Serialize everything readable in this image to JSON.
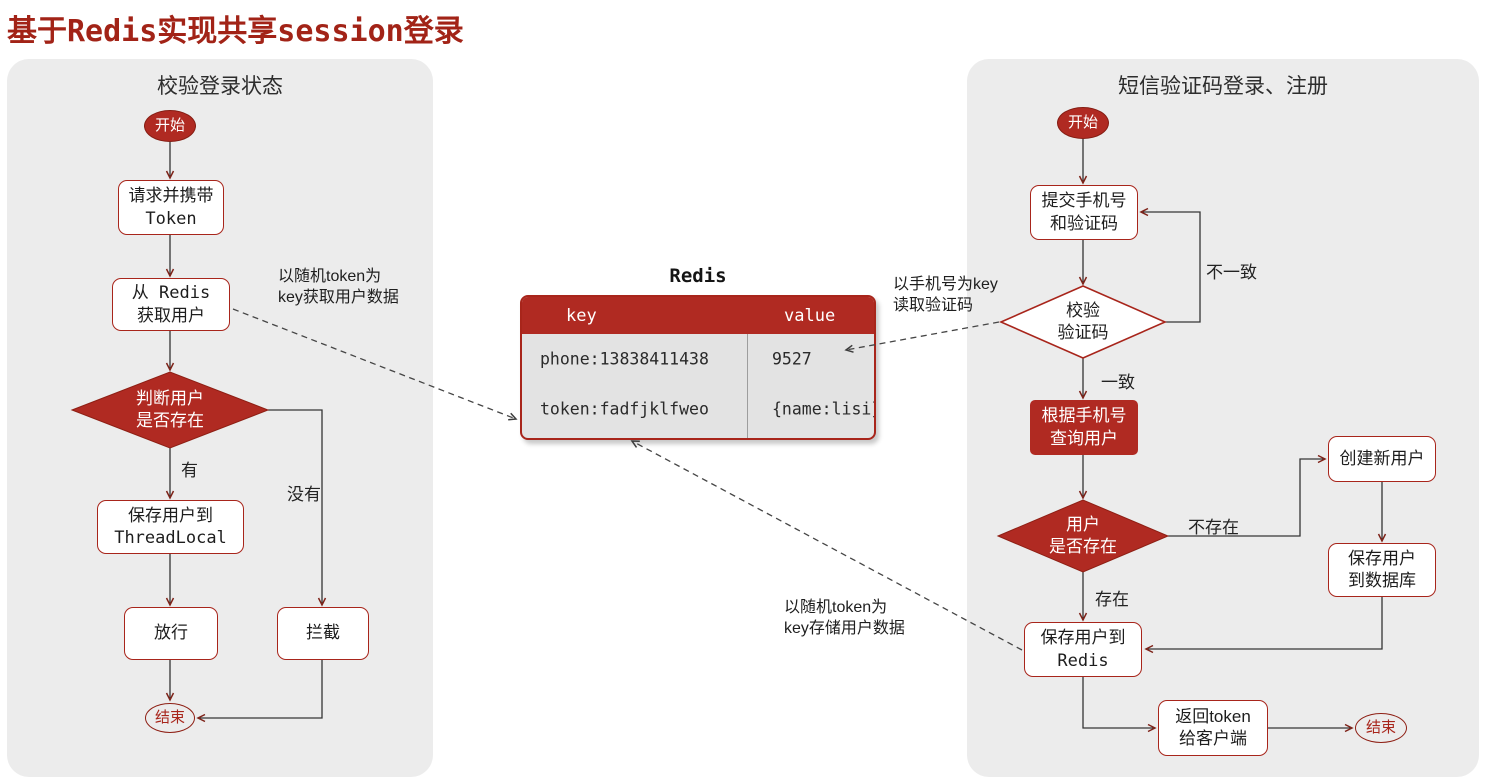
{
  "page": {
    "title": "基于Redis实现共享session登录"
  },
  "left_panel": {
    "title": "校验登录状态",
    "start": "开始",
    "request_token": [
      "请求并携带",
      "Token"
    ],
    "get_user_from_redis": [
      "从 Redis",
      "获取用户"
    ],
    "judge_user_exists": [
      "判断用户",
      "是否存在"
    ],
    "label_yes": "有",
    "label_no": "没有",
    "save_to_threadlocal": [
      "保存用户到",
      "ThreadLocal"
    ],
    "pass": "放行",
    "intercept": "拦截",
    "end": "结束"
  },
  "redis_table": {
    "title": "Redis",
    "col_key": "key",
    "col_value": "value",
    "rows": [
      {
        "key": "phone:13838411438",
        "value": "9527"
      },
      {
        "key": "token:fadfjklfweo",
        "value": "{name:lisi}"
      }
    ]
  },
  "annotations": {
    "get_user": [
      "以随机token为",
      "key获取用户数据"
    ],
    "read_code": [
      "以手机号为key",
      "读取验证码"
    ],
    "store_user": [
      "以随机token为",
      "key存储用户数据"
    ]
  },
  "right_panel": {
    "title": "短信验证码登录、注册",
    "start": "开始",
    "submit_phone": [
      "提交手机号",
      "和验证码"
    ],
    "verify_code": [
      "校验",
      "验证码"
    ],
    "label_mismatch": "不一致",
    "label_match": "一致",
    "query_user_by_phone": [
      "根据手机号",
      "查询用户"
    ],
    "user_exists": [
      "用户",
      "是否存在"
    ],
    "label_not_exist": "不存在",
    "label_exist": "存在",
    "create_user": "创建新用户",
    "save_to_db": [
      "保存用户",
      "到数据库"
    ],
    "save_to_redis": [
      "保存用户到",
      "Redis"
    ],
    "return_token": [
      "返回token",
      "给客户端"
    ],
    "end": "结束"
  },
  "colors": {
    "accent_red": "#b02a22",
    "title_red": "#a22317",
    "panel_gray": "#ececec"
  }
}
